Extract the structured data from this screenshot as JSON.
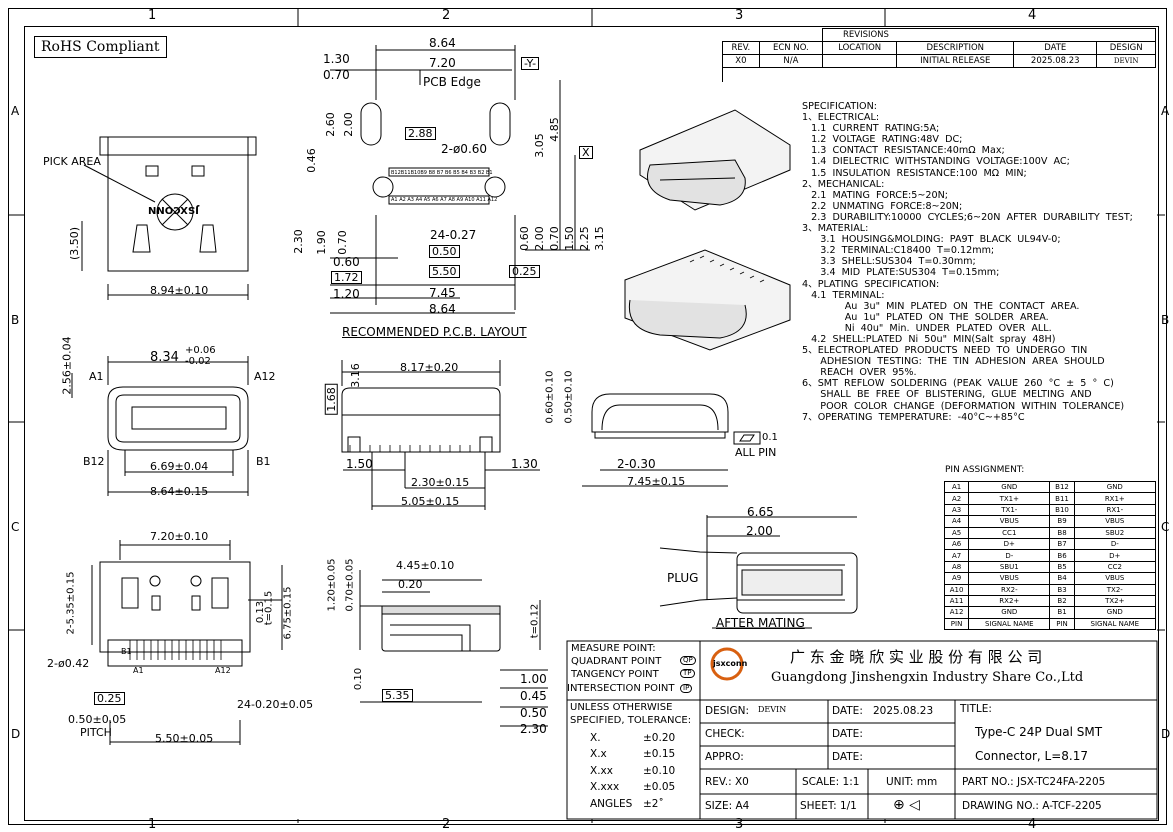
{
  "zones": {
    "cols": [
      "1",
      "2",
      "3",
      "4"
    ],
    "rows": [
      "A",
      "B",
      "C",
      "D"
    ]
  },
  "rohs": "RoHS Compliant",
  "revisions": {
    "title": "REVISIONS",
    "headers": [
      "REV.",
      "ECN NO.",
      "LOCATION",
      "DESCRIPTION",
      "DATE",
      "DESIGN"
    ],
    "row": [
      "X0",
      "N/A",
      "",
      "INITIAL RELEASE",
      "2025.08.23",
      "DEVIN"
    ]
  },
  "spec_lines": [
    "SPECIFICATION:",
    "1、ELECTRICAL:",
    "   1.1  CURRENT  RATING:5A;",
    "   1.2  VOLTAGE  RATING:48V  DC;",
    "   1.3  CONTACT  RESISTANCE:40mΩ  Max;",
    "   1.4  DIELECTRIC  WITHSTANDING  VOLTAGE:100V  AC;",
    "   1.5  INSULATION  RESISTANCE:100  MΩ  MIN;",
    "2、MECHANICAL:",
    "   2.1  MATING  FORCE:5~20N;",
    "   2.2  UNMATING  FORCE:8~20N;",
    "   2.3  DURABILITY:10000  CYCLES;6~20N  AFTER  DURABILITY  TEST;",
    "3、MATERIAL:",
    "      3.1  HOUSING&MOLDING:  PA9T  BLACK  UL94V-0;",
    "      3.2  TERMINAL:C18400  T=0.12mm;",
    "      3.3  SHELL:SUS304  T=0.30mm;",
    "      3.4  MID  PLATE:SUS304  T=0.15mm;",
    "4、PLATING  SPECIFICATION:",
    "   4.1  TERMINAL:",
    "              Au  3u\"  MIN  PLATED  ON  THE  CONTACT  AREA.",
    "              Au  1u\"  PLATED  ON  THE  SOLDER  AREA.",
    "              Ni  40u\"  Min.  UNDER  PLATED  OVER  ALL.",
    "   4.2  SHELL:PLATED  Ni  50u\"  MIN(Salt  spray  48H)",
    "5、ELECTROPLATED  PRODUCTS  NEED  TO  UNDERGO  TIN",
    "      ADHESION  TESTING:  THE  TIN  ADHESION  AREA  SHOULD",
    "      REACH  OVER  95%.",
    "6、SMT  REFLOW  SOLDERING  (PEAK  VALUE  260  °C  ±  5  °  C)",
    "      SHALL  BE  FREE  OF  BLISTERING,  GLUE  MELTING  AND",
    "      POOR  COLOR  CHANGE  (DEFORMATION  WITHIN  TOLERANCE)",
    "7、OPERATING  TEMPERATURE:  -40°C~+85°C"
  ],
  "pin_assignment": {
    "title": "PIN ASSIGNMENT:",
    "rows": [
      [
        "A1",
        "GND",
        "B12",
        "GND"
      ],
      [
        "A2",
        "TX1+",
        "B11",
        "RX1+"
      ],
      [
        "A3",
        "TX1-",
        "B10",
        "RX1-"
      ],
      [
        "A4",
        "VBUS",
        "B9",
        "VBUS"
      ],
      [
        "A5",
        "CC1",
        "B8",
        "SBU2"
      ],
      [
        "A6",
        "D+",
        "B7",
        "D-"
      ],
      [
        "A7",
        "D-",
        "B6",
        "D+"
      ],
      [
        "A8",
        "SBU1",
        "B5",
        "CC2"
      ],
      [
        "A9",
        "VBUS",
        "B4",
        "VBUS"
      ],
      [
        "A10",
        "RX2-",
        "B3",
        "TX2-"
      ],
      [
        "A11",
        "RX2+",
        "B2",
        "TX2+"
      ],
      [
        "A12",
        "GND",
        "B1",
        "GND"
      ]
    ],
    "headers": [
      "PIN",
      "SIGNAL NAME",
      "PIN",
      "SIGNAL NAME"
    ]
  },
  "views": {
    "pick_area": "PICK AREA",
    "dim_350": "(3.50)",
    "dim_894": "8.94±0.10",
    "dim_256": "2.56±0.04",
    "dim_834": "8.34",
    "dim_834_tol_up": "+0.06",
    "dim_834_tol_dn": "-0.02",
    "a1": "A1",
    "a12": "A12",
    "b12": "B12",
    "b1": "B1",
    "dim_669": "6.69±0.04",
    "dim_864b": "8.64±0.15",
    "dim_720b": "7.20±0.10",
    "dim_535": "2-5.35±0.15",
    "dim_013": "0.13",
    "dim_t015": "t=0.15",
    "dim_675": "6.75±0.15",
    "dim_042": "2-ø0.42",
    "dim_025": "0.25",
    "dim_050": "0.50±0.05",
    "pitch": "PITCH",
    "dim_550": "5.50±0.05",
    "dim_024": "24-0.20±0.05",
    "b1_label": "B1",
    "a1_label": "A1",
    "a12_label": "A12"
  },
  "pcb": {
    "dim_864": "8.64",
    "dim_130": "1.30",
    "dim_720": "7.20",
    "dim_070": "0.70",
    "pcb_edge": "PCB Edge",
    "datum_y": "-Y-",
    "dim_260": "2.60",
    "dim_200": "2.00",
    "dim_046": "0.46",
    "dim_288": "2.88",
    "dim_2phi": "2-ø0.60",
    "dim_305": "3.05",
    "dim_485": "4.85",
    "datum_x": "X",
    "dim_2427": "24-0.27",
    "dim_050": "0.50",
    "dim_550": "5.50",
    "dim_025": "0.25",
    "dim_230": "2.30",
    "dim_190": "1.90",
    "dim_070b": "0.70",
    "dim_060": "0.60",
    "dim_172": "1.72",
    "dim_120": "1.20",
    "dim_745": "7.45",
    "dim_864b": "8.64",
    "dim_060r": "0.60",
    "dim_200r": "2.00",
    "dim_070r": "0.70",
    "dim_150r": "1.50",
    "dim_225r": "2.25",
    "dim_315r": "3.15",
    "title": "RECOMMENDED   P.C.B.  LAYOUT",
    "row_a": "B12B11B10B9 B8 B7 B6 B5 B4 B3 B2 B1",
    "row_b": "A1 A2 A3 A4 A5 A6 A7 A8 A9 A10 A11 A12"
  },
  "side": {
    "dim_316": "3.16",
    "dim_817": "8.17±0.20",
    "dim_168": "1.68",
    "dim_150": "1.50",
    "dim_130": "1.30",
    "dim_230": "2.30±0.15",
    "dim_505": "5.05±0.15"
  },
  "end": {
    "dim_060": "0.60±0.10",
    "dim_050": "0.50±0.10",
    "dim_2030": "2-0.30",
    "dim_745": "7.45±0.15",
    "flat": "0.1",
    "all_pin": "ALL PIN"
  },
  "section": {
    "dim_120": "1.20±0.05",
    "dim_070": "0.70±0.05",
    "dim_445": "4.45±0.10",
    "dim_020": "0.20",
    "dim_t012": "t=0.12",
    "dim_010": "0.10",
    "dim_535": "5.35",
    "dim_100": "1.00",
    "dim_045": "0.45",
    "dim_050": "0.50",
    "dim_230": "2.30"
  },
  "mating": {
    "dim_665": "6.65",
    "dim_200": "2.00",
    "plug": "PLUG",
    "caption": "AFTER  MATING"
  },
  "measure": {
    "lines": [
      "MEASURE  POINT:",
      "QUADRANT  POINT",
      "TANGENCY  POINT",
      "INTERSECTION  POINT"
    ],
    "symbols": [
      "QP",
      "TP",
      "IP"
    ]
  },
  "tolerance": {
    "header": [
      "UNLESS  OTHERWISE",
      "SPECIFIED,  TOLERANCE:"
    ],
    "rows": [
      [
        "X.",
        "±0.20"
      ],
      [
        "X.x",
        "±0.15"
      ],
      [
        "X.xx",
        "±0.10"
      ],
      [
        "X.xxx",
        "±0.05"
      ],
      [
        "ANGLES",
        "±2˚"
      ]
    ]
  },
  "company": {
    "logo": "jsxconn",
    "cn": "广 东 金 晓 欣 实 业 股 份 有 限 公 司",
    "en": "Guangdong  Jinshengxin  Industry  Share  Co.,Ltd"
  },
  "titleblock": {
    "design": "DESIGN:",
    "designer": "DEVIN",
    "date_label": "DATE:",
    "design_date": "2025.08.23",
    "check": "CHECK:",
    "appro": "APPRO:",
    "title_label": "TITLE:",
    "title1": "Type-C 24P Dual SMT",
    "title2": "Connector, L=8.17",
    "rev": "REV.: X0",
    "scale": "SCALE:  1:1",
    "unit": "UNIT:  mm",
    "part": "PART  NO.:   JSX-TC24FA-2205",
    "size": "SIZE:  A4",
    "sheet": "SHEET:  1/1",
    "drawing": "DRAWING  NO.:    A-TCF-2205"
  },
  "part_marking": "JSXCONN"
}
